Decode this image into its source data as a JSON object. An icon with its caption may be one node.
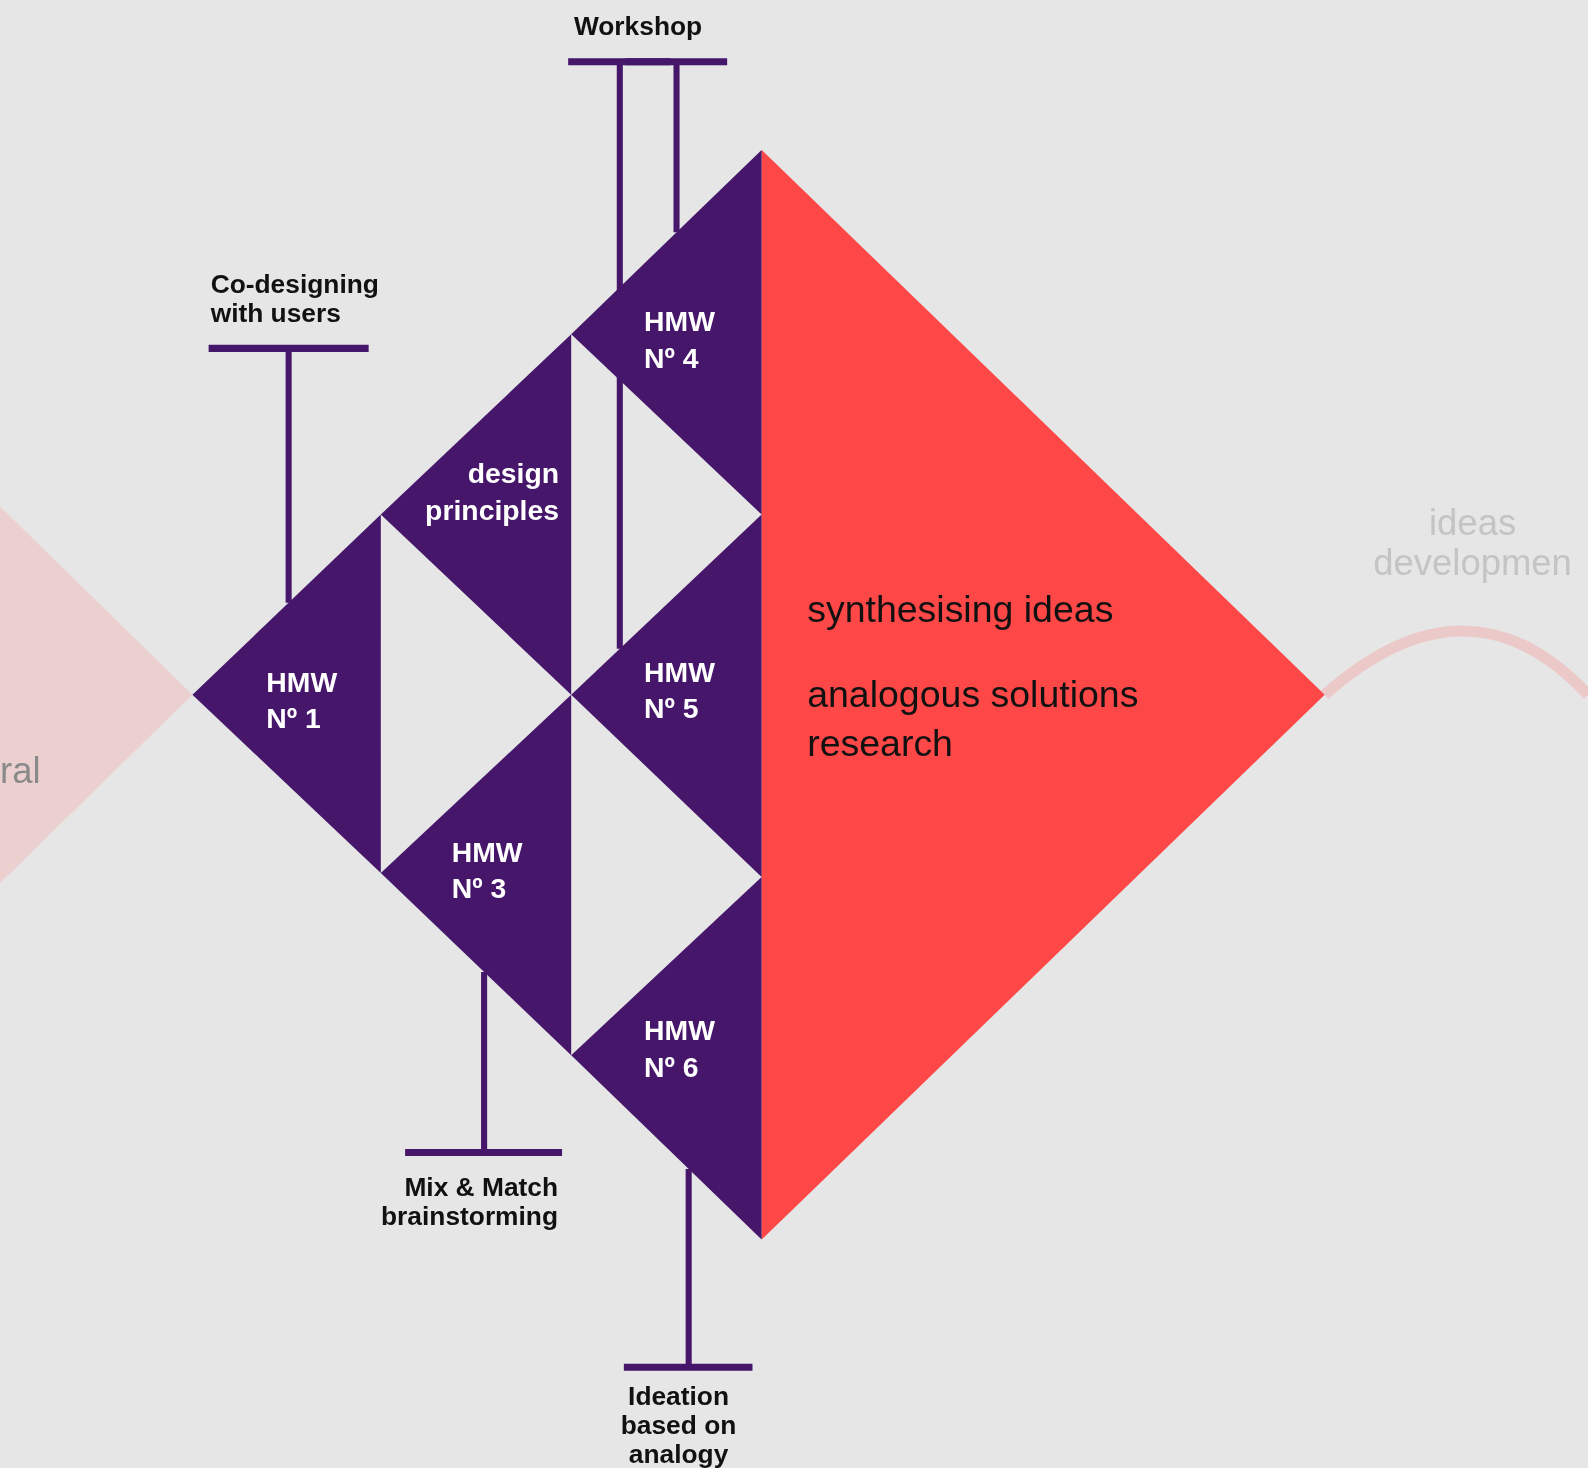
{
  "diagram": {
    "nodes": [
      {
        "text": [
          "ral"
        ]
      },
      {
        "text": [
          "synthesising ideas",
          "analogous solutions research"
        ]
      },
      {
        "text": [
          "HMW Nº 1"
        ]
      },
      {
        "text": [
          "design principles"
        ]
      },
      {
        "text": [
          "HMW Nº 3"
        ]
      },
      {
        "text": [
          "HMW Nº 4"
        ]
      },
      {
        "text": [
          "HMW Nº 5"
        ]
      },
      {
        "text": [
          "HMW Nº 6"
        ]
      },
      {
        "text": [
          "Workshop"
        ]
      },
      {
        "text": [
          "Co-designing with users"
        ]
      },
      {
        "text": [
          "Mix & Match brainstorming"
        ]
      },
      {
        "text": [
          "Ideation based on analogy"
        ]
      }
    ],
    "edges": [
      {
        "from": 8,
        "to": 5,
        "arrow": "other"
      },
      {
        "from": 8,
        "to": 6,
        "arrow": "other"
      },
      {
        "from": 9,
        "to": 2,
        "arrow": "other"
      },
      {
        "from": 10,
        "to": 4,
        "arrow": "other"
      },
      {
        "from": 11,
        "to": 7,
        "arrow": "other"
      },
      {
        "from": 1,
        "to": null,
        "arrow": "none",
        "style": "thick",
        "color": "#ecc9c9"
      }
    ],
    "labels": [
      "ideas developmen"
    ]
  }
}
